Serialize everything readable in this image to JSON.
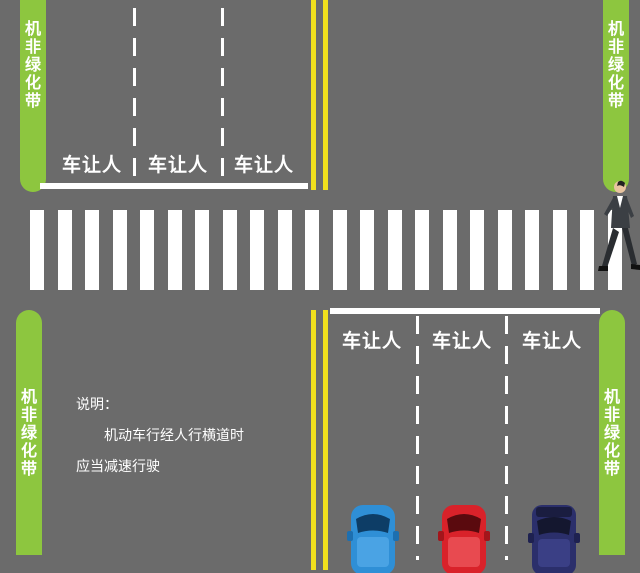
{
  "median_label": [
    "机",
    "非",
    "绿",
    "化",
    "带"
  ],
  "yield_text": "车让人",
  "note": {
    "title": "说明：",
    "line1": "机动车行经人行横道时",
    "line2": "应当减速行驶"
  },
  "colors": {
    "road": "#6b6b6b",
    "median": "#8dc63f",
    "center_line": "#f2e01d",
    "marking": "#ffffff",
    "car_blue": "#2f8fd6",
    "car_red": "#d9222a",
    "car_navy": "#2b2f6b"
  },
  "icons": {
    "pedestrian": "pedestrian-icon",
    "cars": [
      "blue-car-icon",
      "red-car-icon",
      "navy-car-icon"
    ]
  }
}
